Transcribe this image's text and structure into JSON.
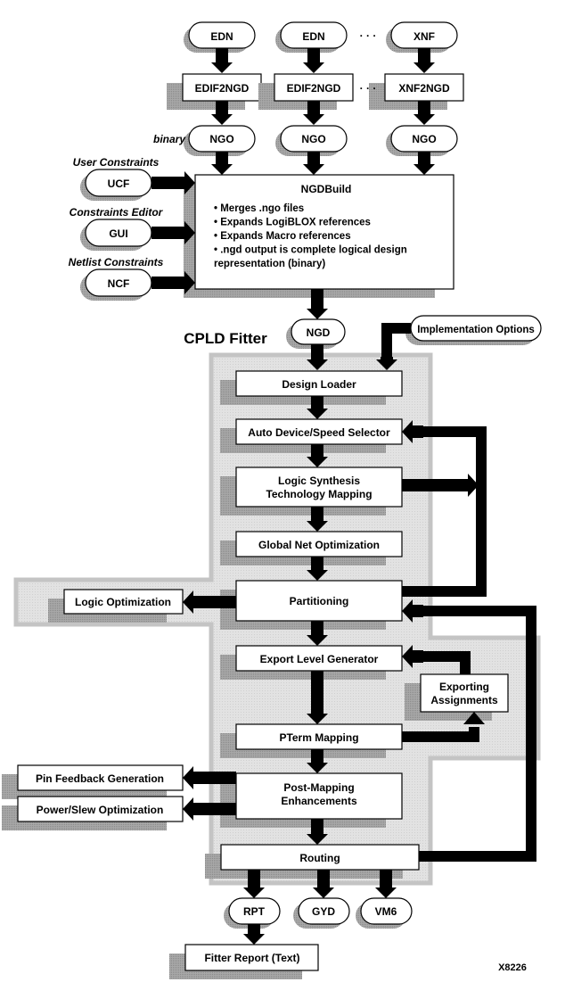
{
  "figure_id": "X8226",
  "section_title": "CPLD Fitter",
  "inputs": {
    "netlists": [
      {
        "file": "EDN",
        "translator": "EDIF2NGD",
        "output": "NGO"
      },
      {
        "file": "EDN",
        "translator": "EDIF2NGD",
        "output": "NGO"
      },
      {
        "file": "XNF",
        "translator": "XNF2NGD",
        "output": "NGO"
      }
    ],
    "ellipsis": "· · ·",
    "binary_label": "binary"
  },
  "constraints": [
    {
      "caption": "User Constraints",
      "file": "UCF"
    },
    {
      "caption": "Constraints Editor",
      "file": "GUI"
    },
    {
      "caption": "Netlist Constraints",
      "file": "NCF"
    }
  ],
  "ngdbuild": {
    "title": "NGDBuild",
    "bullets": [
      "• Merges .ngo files",
      "• Expands LogiBLOX references",
      "• Expands Macro references",
      "• .ngd output is complete logical design",
      "  representation (binary)"
    ]
  },
  "ngd_file": "NGD",
  "implementation_options": "Implementation Options",
  "steps": {
    "design_loader": "Design Loader",
    "auto_device": "Auto Device/Speed Selector",
    "logic_synthesis": [
      "Logic Synthesis",
      "Technology Mapping"
    ],
    "global_net": "Global Net Optimization",
    "partitioning": "Partitioning",
    "logic_optimization": "Logic Optimization",
    "export_level": "Export Level Generator",
    "exporting_assignments": [
      "Exporting",
      "Assignments"
    ],
    "pterm_mapping": "PTerm Mapping",
    "post_mapping": [
      "Post-Mapping",
      "Enhancements"
    ],
    "pin_feedback": "Pin Feedback Generation",
    "power_slew": "Power/Slew Optimization",
    "routing": "Routing"
  },
  "outputs": [
    "RPT",
    "GYD",
    "VM6"
  ],
  "fitter_report": "Fitter Report (Text)",
  "colors": {
    "region_fill": "#e0e0e0",
    "region_border": "#c4c4c4",
    "shadow": "#9a9a9a",
    "stroke": "#000000"
  }
}
